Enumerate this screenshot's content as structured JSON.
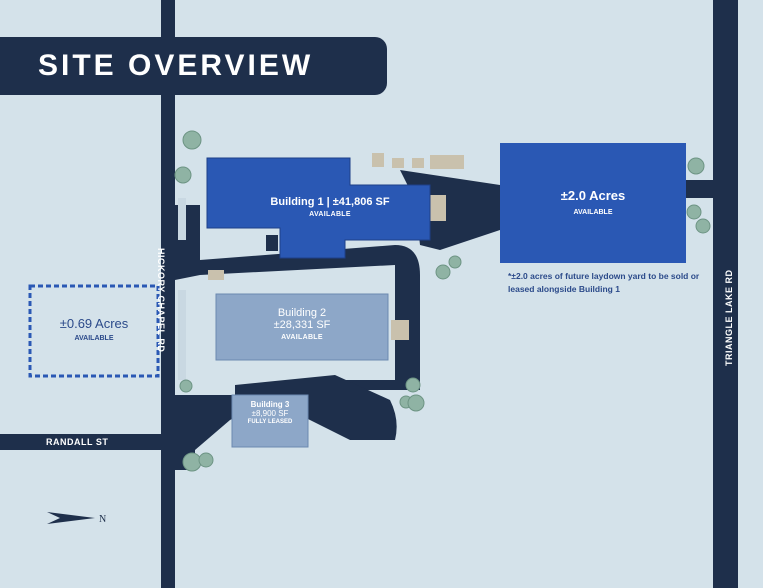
{
  "title": "SITE OVERVIEW",
  "roads": {
    "hickory_chapel": "HICKORY CHAPEL RD",
    "randall": "RANDALL ST",
    "triangle_lake": "TRIANGLE LAKE RD"
  },
  "building1": {
    "name": "Building 1 | ±41,806 SF",
    "status": "AVAILABLE"
  },
  "building2": {
    "name": "Building 2",
    "size": "±28,331 SF",
    "status": "AVAILABLE"
  },
  "building3": {
    "name": "Building 3",
    "size": "±8,900 SF",
    "status": "FULLY LEASED"
  },
  "parcel_large": {
    "acres": "±2.0 Acres",
    "status": "AVAILABLE"
  },
  "parcel_small": {
    "acres": "±0.69 Acres",
    "status": "AVAILABLE"
  },
  "note": "*±2.0 acres of future laydown yard to be sold or leased alongside Building 1",
  "compass": "N",
  "colors": {
    "background": "#d4e2ea",
    "road": "#1e2f4b",
    "available_building": "#2a58b4",
    "leased_building": "#8da7c8",
    "tree": "#8fb3a4"
  }
}
